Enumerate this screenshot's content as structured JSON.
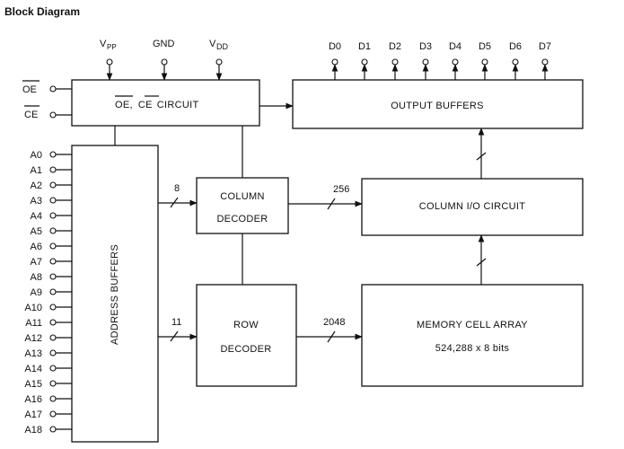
{
  "title": "Block Diagram",
  "power_pins": {
    "vpp": "PP",
    "gnd": "GND",
    "vdd": "DD",
    "v": "V"
  },
  "control_pins": [
    "OE",
    "CE"
  ],
  "address_pins": [
    "A0",
    "A1",
    "A2",
    "A3",
    "A4",
    "A5",
    "A6",
    "A7",
    "A8",
    "A9",
    "A10",
    "A11",
    "A12",
    "A13",
    "A14",
    "A15",
    "A16",
    "A17",
    "A18"
  ],
  "data_pins": [
    "D0",
    "D1",
    "D2",
    "D3",
    "D4",
    "D5",
    "D6",
    "D7"
  ],
  "blocks": {
    "oe_ce_circuit": {
      "oe": "OE",
      "sep": ",",
      "ce": "CE",
      "rest": "CIRCUIT"
    },
    "output_buffers": "OUTPUT BUFFERS",
    "address_buffers": "ADDRESS BUFFERS",
    "column_decoder": [
      "COLUMN",
      "DECODER"
    ],
    "row_decoder": [
      "ROW",
      "DECODER"
    ],
    "column_io": "COLUMN I/O CIRCUIT",
    "memory_array": [
      "MEMORY CELL ARRAY",
      "524,288 x 8 bits"
    ]
  },
  "bus_widths": {
    "col_addr": "8",
    "row_addr": "11",
    "col_out": "256",
    "row_out": "2048"
  }
}
